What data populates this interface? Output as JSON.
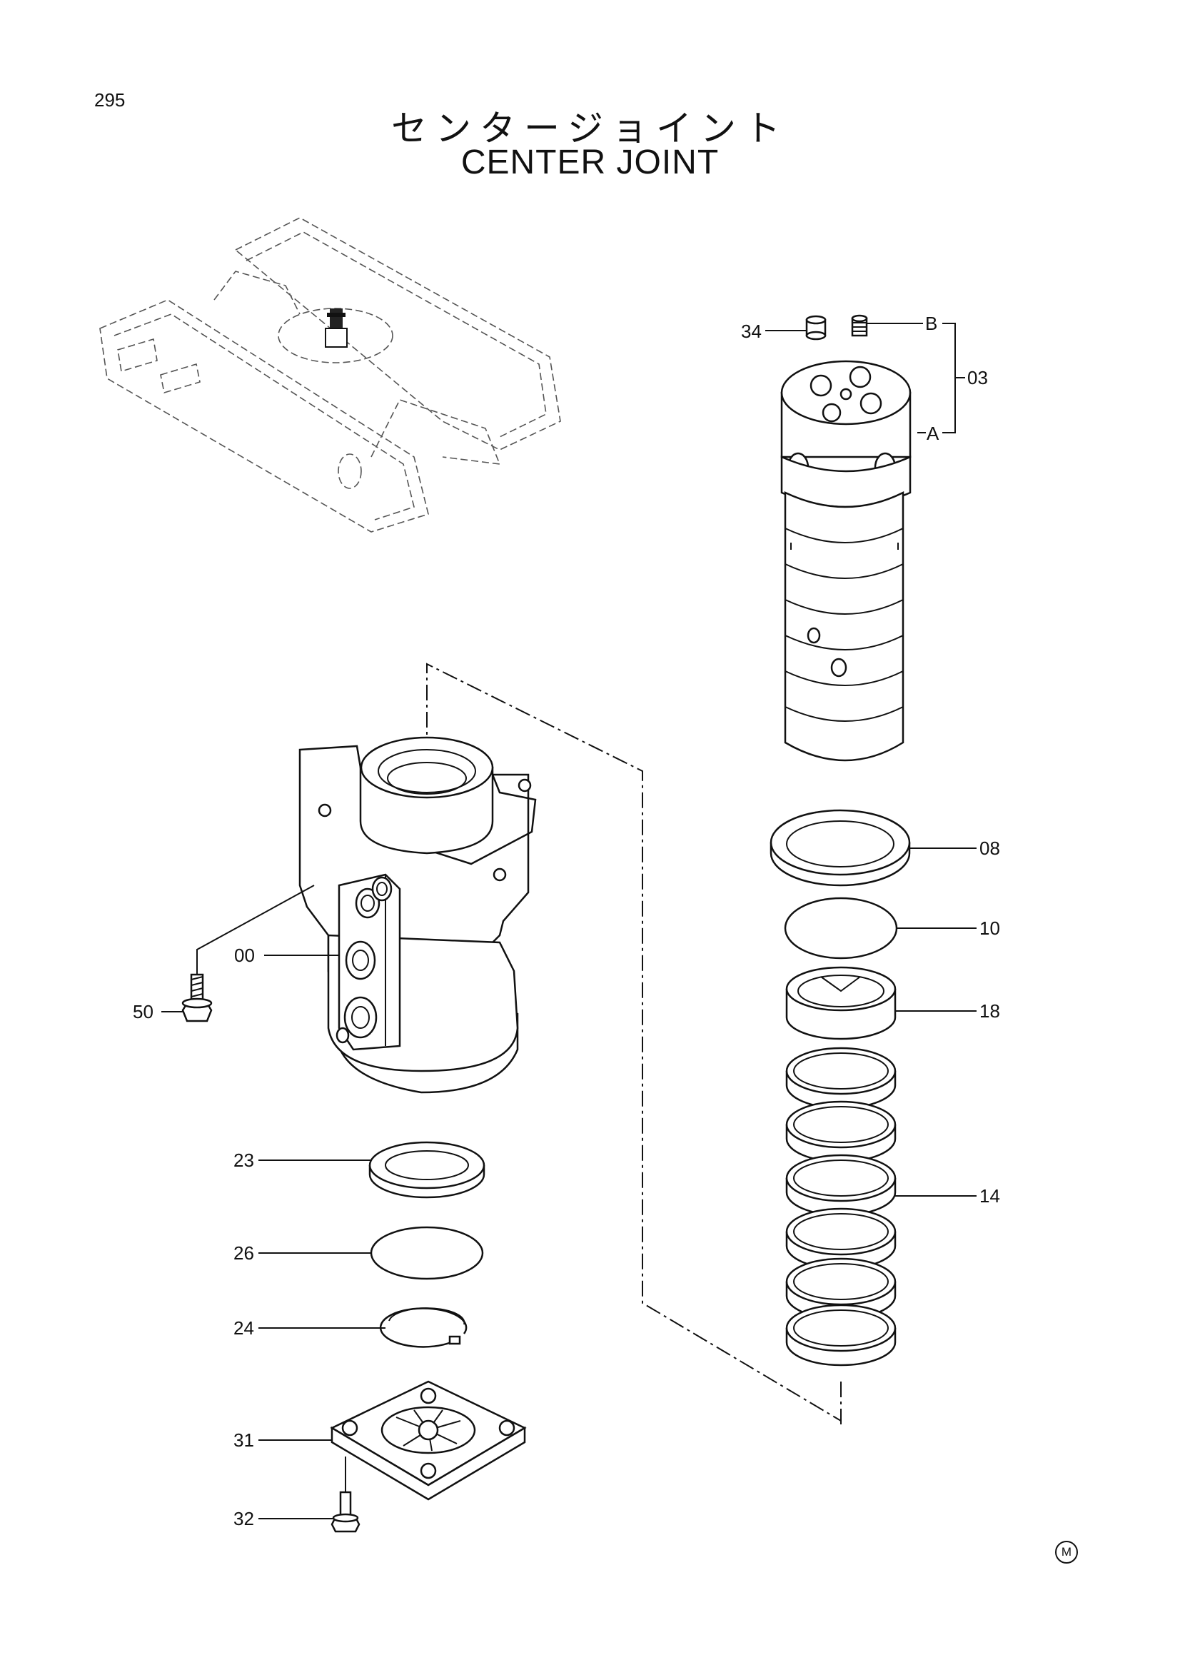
{
  "page_number": "295",
  "title_ja": "センタージョイント",
  "title_en": "CENTER JOINT",
  "mark": "M",
  "callouts": {
    "c00": "00",
    "c03": "03",
    "c08": "08",
    "c10": "10",
    "c14": "14",
    "c18": "18",
    "c23": "23",
    "c24": "24",
    "c26": "26",
    "c31": "31",
    "c32": "32",
    "c34": "34",
    "c50": "50",
    "cA": "A",
    "cB": "B"
  }
}
